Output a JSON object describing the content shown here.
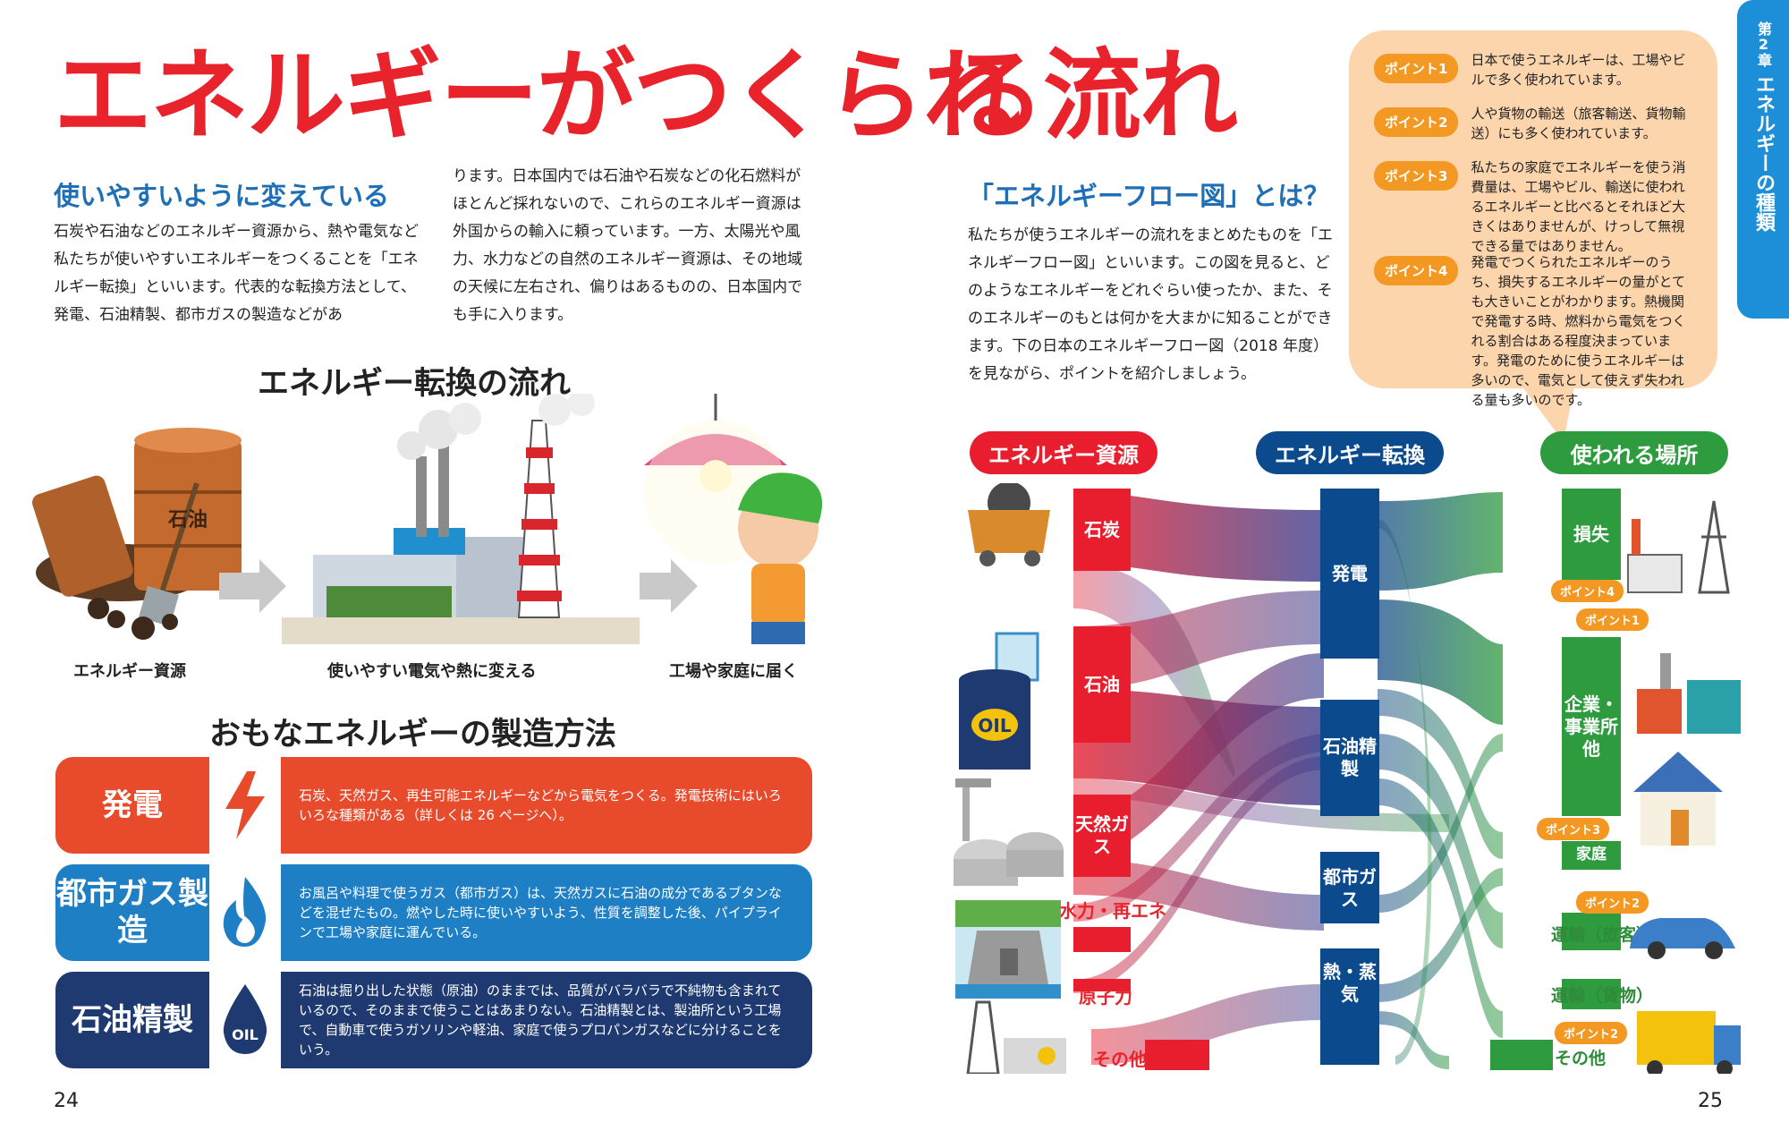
{
  "title": {
    "part1": "エネルギーがつくられ",
    "part2": "る流れ"
  },
  "left": {
    "heading": "使いやすいように変えている",
    "paragraph1": "石炭や石油などのエネルギー資源から、熱や電気など私たちが使いやすいエネルギーをつくることを「エネルギー転換」といいます。代表的な転換方法として、発電、石油精製、都市ガスの製造などがあ",
    "paragraph2": "ります。日本国内では石油や石炭などの化石燃料がほとんど採れないので、これらのエネルギー資源は外国からの輸入に頼っています。一方、太陽光や風力、水力などの自然のエネルギー資源は、その地域の天候に左右され、偏りはあるものの、日本国内でも手に入ります。",
    "flow_heading": "エネルギー転換の流れ",
    "captions": [
      "エネルギー資源",
      "使いやすい電気や熱に変える",
      "工場や家庭に届く"
    ],
    "barrel_label": "石油",
    "methods_heading": "おもなエネルギーの製造方法",
    "methods": [
      {
        "label": "発電",
        "desc": "石炭、天然ガス、再生可能エネルギーなどから電気をつくる。発電技術にはいろいろな種類がある（詳しくは 26 ページへ）。",
        "icon": "lightning-icon"
      },
      {
        "label": "都市ガス製造",
        "desc": "お風呂や料理で使うガス（都市ガス）は、天然ガスに石油の成分であるブタンなどを混ぜたもの。燃やした時に使いやすいよう、性質を調整した後、パイプラインで工場や家庭に運んでいる。",
        "icon": "flame-icon"
      },
      {
        "label": "石油精製",
        "desc": "石油は掘り出した状態（原油）のままでは、品質がバラバラで不純物も含まれているので、そのままで使うことはあまりない。石油精製とは、製油所という工場で、自動車で使うガソリンや軽油、家庭で使うプロパンガスなどに分けることをいう。",
        "icon": "oil-drop-icon",
        "icon_text": "OIL"
      }
    ],
    "page_number": "24"
  },
  "right": {
    "heading": "「エネルギーフロー図」とは？",
    "paragraph": "私たちが使うエネルギーの流れをまとめたものを「エネルギーフロー図」といいます。この図を見ると、どのようなエネルギーをどれぐらい使ったか、また、そのエネルギーのもとは何かを大まかに知ることができます。下の日本のエネルギーフロー図（2018 年度）を見ながら、ポイントを紹介しましょう。",
    "points": [
      {
        "badge": "ポイント1",
        "text": "日本で使うエネルギーは、工場やビルで多く使われています。"
      },
      {
        "badge": "ポイント2",
        "text": "人や貨物の輸送（旅客輸送、貨物輸送）にも多く使われています。"
      },
      {
        "badge": "ポイント3",
        "text": "私たちの家庭でエネルギーを使う消費量は、工場やビル、輸送に使われるエネルギーと比べるとそれほど大きくはありませんが、けっして無視できる量ではありません。"
      },
      {
        "badge": "ポイント4",
        "text": "発電でつくられたエネルギーのうち、損失するエネルギーの量がとても大きいことがわかります。熱機関で発電する時、燃料から電気をつくれる割合はある程度決まっています。発電のために使うエネルギーは多いので、電気として使えず失われる量も多いのです。"
      }
    ],
    "columns": [
      "エネルギー資源",
      "エネルギー転換",
      "使われる場所"
    ],
    "sources": [
      "石炭",
      "石油",
      "天然ガス",
      "水力・再エネ",
      "原子力",
      "その他"
    ],
    "conversions": [
      "発電",
      "石油精製",
      "都市ガス",
      "熱・蒸気"
    ],
    "uses": [
      "損失",
      "企業・事業所他",
      "家庭",
      "運輸（旅客）",
      "運輸（貨物）",
      "その他"
    ],
    "use_badges": [
      "ポイント4",
      "ポイント1",
      "ポイント3",
      "ポイント2",
      "ポイント2"
    ],
    "oil_can_text": "OIL",
    "page_number": "25"
  },
  "side_tab": {
    "chapter": "第2章",
    "name": "エネルギーの種類"
  },
  "colors": {
    "title_red": "#e8232c",
    "heading_blue": "#1f6fb6",
    "hatsuden": "#e84a2c",
    "toshigas": "#1f7fc4",
    "sekiyu": "#1e3a70",
    "source_red": "#e81d2d",
    "conv_blue": "#0b4a8c",
    "use_green": "#2e9b3e",
    "point_orange": "#f39822",
    "bubble": "#fcd5ad",
    "side_tab": "#1d8fd8"
  }
}
